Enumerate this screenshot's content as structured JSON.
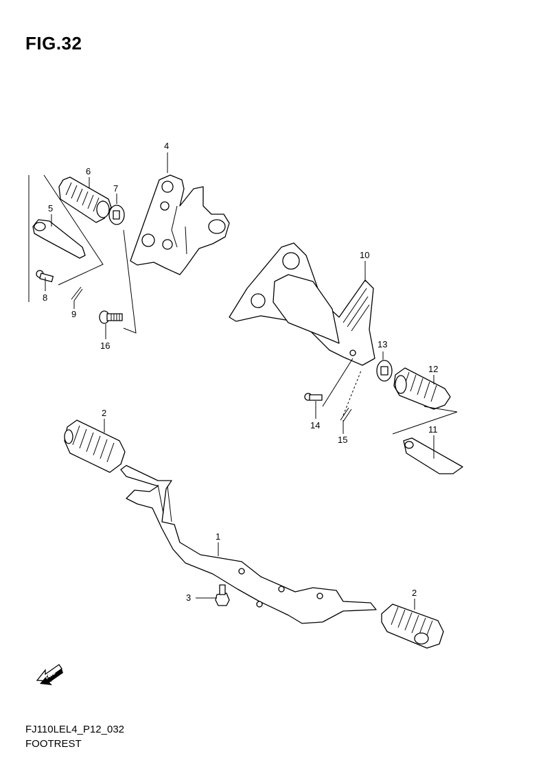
{
  "figure": {
    "title": "FIG.32",
    "code": "FJ110LEL4_P12_032",
    "caption": "FOOTREST"
  },
  "callouts": {
    "c1": "1",
    "c2a": "2",
    "c2b": "2",
    "c3": "3",
    "c4": "4",
    "c5": "5",
    "c6": "6",
    "c7": "7",
    "c8": "8",
    "c9": "9",
    "c10": "10",
    "c11": "11",
    "c12": "12",
    "c13": "13",
    "c14": "14",
    "c15": "15",
    "c16": "16"
  },
  "fwd_arrow": {
    "label": "FWD"
  }
}
